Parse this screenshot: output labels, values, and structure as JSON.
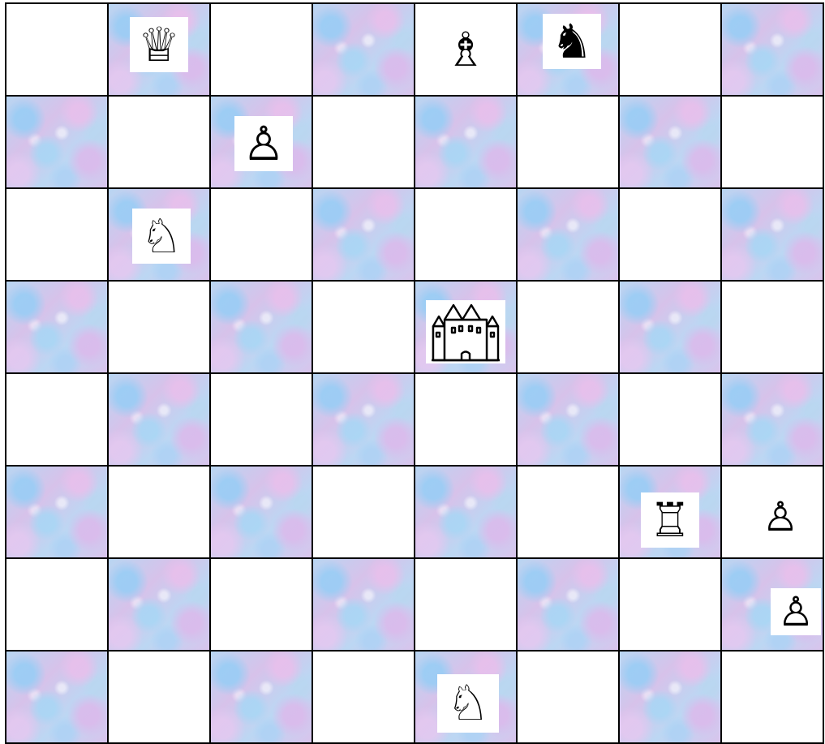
{
  "board": {
    "files": 8,
    "ranks": 8,
    "top_left_color": "light",
    "colors": {
      "light": "#ffffff",
      "dark_texture": "pastel blue-pink marble",
      "grid_lines": "#000000"
    }
  },
  "pieces": [
    {
      "row": 0,
      "col": 1,
      "type": "queen",
      "color": "white",
      "glyph": "♕",
      "icon": "white-queen-icon"
    },
    {
      "row": 0,
      "col": 4,
      "type": "bishop",
      "color": "white",
      "glyph": "♗",
      "icon": "white-bishop-icon"
    },
    {
      "row": 0,
      "col": 5,
      "type": "knight",
      "color": "black",
      "glyph": "♞",
      "icon": "black-knight-icon"
    },
    {
      "row": 1,
      "col": 2,
      "type": "pawn",
      "color": "white",
      "glyph": "♙",
      "icon": "white-pawn-icon"
    },
    {
      "row": 2,
      "col": 1,
      "type": "knight",
      "color": "white",
      "glyph": "♘",
      "icon": "white-knight-icon"
    },
    {
      "row": 3,
      "col": 4,
      "type": "castle",
      "color": "white",
      "glyph": "",
      "icon": "castle-icon"
    },
    {
      "row": 5,
      "col": 6,
      "type": "rook",
      "color": "white",
      "glyph": "♖",
      "icon": "white-rook-icon"
    },
    {
      "row": 5,
      "col": 7,
      "type": "pawn",
      "color": "white",
      "glyph": "♙",
      "icon": "white-pawn-icon"
    },
    {
      "row": 6,
      "col": 7,
      "type": "pawn",
      "color": "white",
      "glyph": "♙",
      "icon": "white-pawn-icon"
    },
    {
      "row": 7,
      "col": 4,
      "type": "knight",
      "color": "white",
      "glyph": "♘",
      "icon": "white-knight-icon"
    }
  ]
}
